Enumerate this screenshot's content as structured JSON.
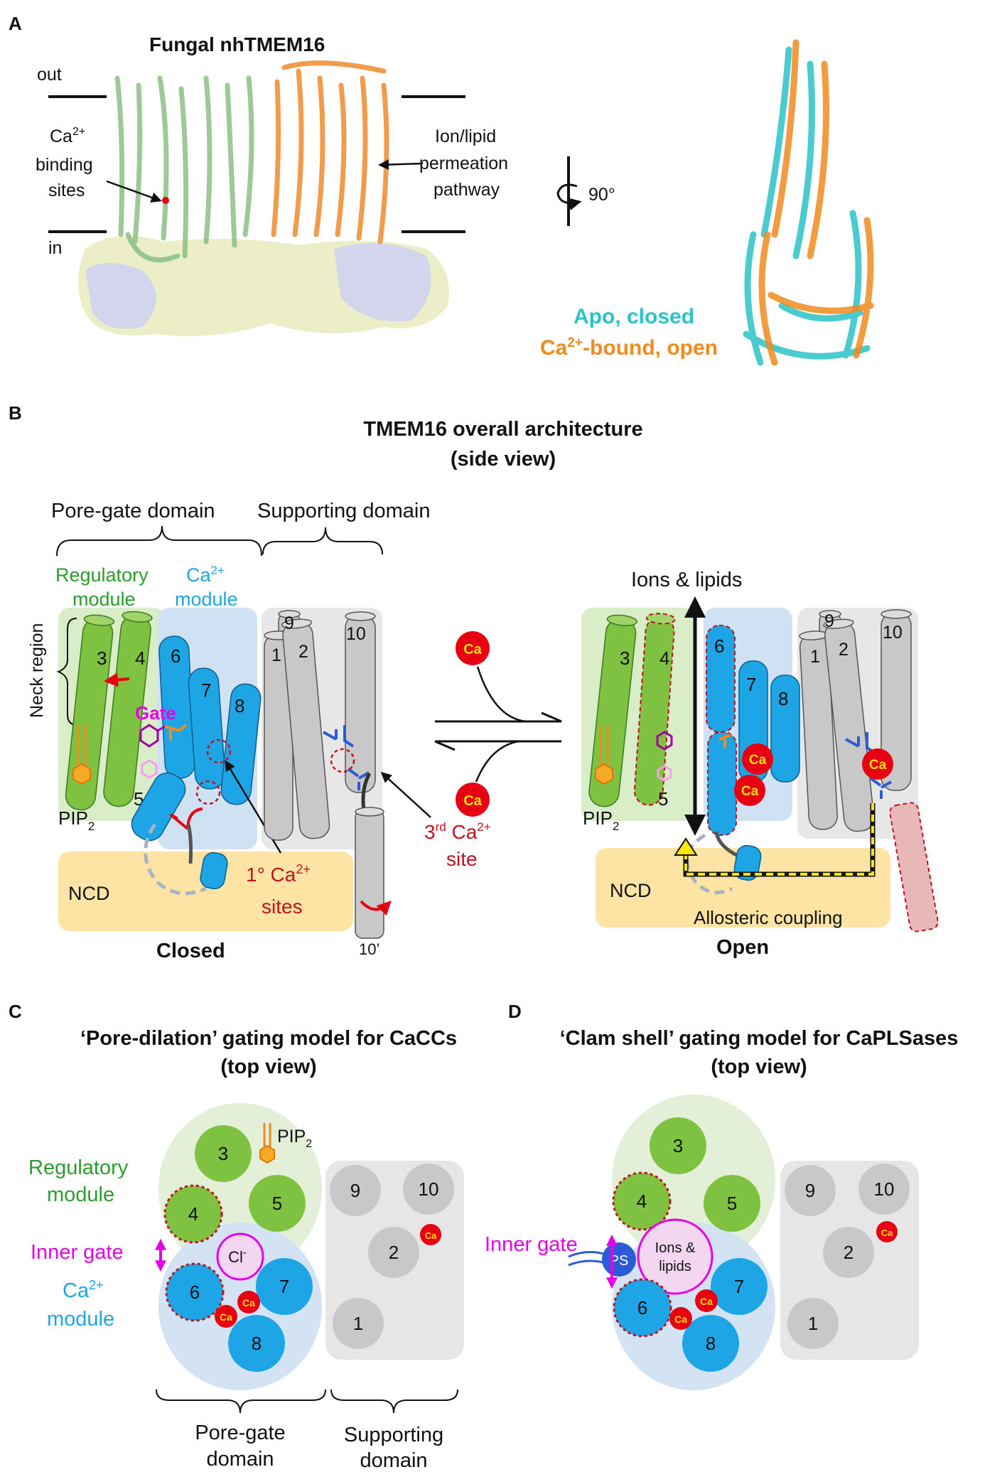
{
  "panelA": {
    "label": "A",
    "title": "Fungal nhTMEM16",
    "out": "out",
    "in": "in",
    "ca_line1": "Ca",
    "ca_sup": "2+",
    "ca_line2": "binding",
    "ca_line3": "sites",
    "perm_line1": "Ion/lipid",
    "perm_line2": "permeation",
    "perm_line3": "pathway",
    "rotation": "90°",
    "legend_apo": "Apo, closed",
    "legend_ca_prefix": "Ca",
    "legend_ca_sup": "2+",
    "legend_ca_suffix": "-bound, open"
  },
  "panelB": {
    "label": "B",
    "title_line1": "TMEM16 overall architecture",
    "title_line2": "(side view)",
    "pore_gate_domain": "Pore-gate domain",
    "supporting_domain": "Supporting domain",
    "regulatory_line1": "Regulatory",
    "regulatory_line2": "module",
    "ca_module_line1": "Ca",
    "ca_module_sup": "2+",
    "ca_module_line2": "module",
    "neck_region": "Neck region",
    "gate": "Gate",
    "pip2": "PIP",
    "pip2_sub": "2",
    "ncd": "NCD",
    "primary_sites_line1": "1° Ca",
    "primary_sites_sup": "2+",
    "primary_sites_line2": "sites",
    "third_site_line1_a": "3",
    "third_site_line1_sup1": "rd",
    "third_site_line1_b": " Ca",
    "third_site_line1_sup2": "2+",
    "third_site_line2": "site",
    "helix_10p": "10’",
    "closed": "Closed",
    "open": "Open",
    "ions_lipids": "Ions & lipids",
    "allosteric": "Allosteric coupling",
    "ca": "Ca",
    "helices": [
      "1",
      "2",
      "3",
      "4",
      "5",
      "6",
      "7",
      "8",
      "9",
      "10"
    ]
  },
  "panelC": {
    "label": "C",
    "title_line1": "‘Pore-dilation’ gating model for CaCCs",
    "title_line2": "(top view)",
    "regulatory_line1": "Regulatory",
    "regulatory_line2": "module",
    "inner_gate": "Inner gate",
    "ca_module_line1": "Ca",
    "ca_module_sup": "2+",
    "ca_module_line2": "module",
    "cl": "Cl",
    "cl_sup": "-",
    "pip2": "PIP",
    "pip2_sub": "2",
    "pore_gate_line1": "Pore-gate",
    "pore_gate_line2": "domain",
    "supporting_line1": "Supporting",
    "supporting_line2": "domain"
  },
  "panelD": {
    "label": "D",
    "title_line1": "‘Clam shell’ gating model for CaPLSases",
    "title_line2": "(top view)",
    "inner_gate": "Inner gate",
    "ps": "PS",
    "ions_line1": "Ions &",
    "ions_line2": "lipids"
  },
  "colors": {
    "green": "#7fc241",
    "cyan_blue": "#1ea5e6",
    "gray": "#c8c8c8",
    "ncd": "#fde3a4",
    "ca_red": "#e60012",
    "magenta": "#e600e6",
    "orange": "#f28a1e",
    "apo": "#2bc3c8",
    "dark_red": "#c1121f"
  }
}
